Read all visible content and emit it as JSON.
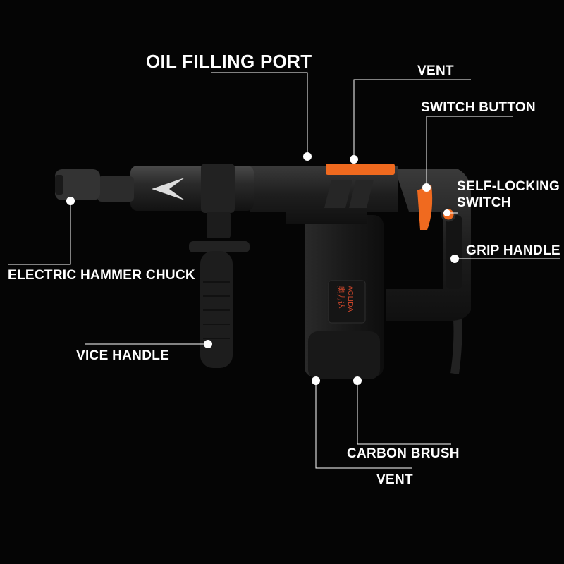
{
  "labels": {
    "oil_filling_port": "OIL FILLING PORT",
    "vent_top": "VENT",
    "switch_button": "SWITCH BUTTON",
    "self_locking_switch_line1": "SELF-LOCKING",
    "self_locking_switch_line2": "SWITCH",
    "grip_handle": "GRIP HANDLE",
    "electric_hammer_chuck": "ELECTRIC HAMMER CHUCK",
    "vice_handle": "VICE HANDLE",
    "carbon_brush": "CARBON BRUSH",
    "vent_bottom": "VENT"
  },
  "body_text": {
    "brand_cn": "奥力达",
    "brand_en": "AOLIDA"
  },
  "colors": {
    "background": "#050505",
    "accent_orange": "#f06a1f",
    "body_dark": "#1c1c1c",
    "leader_line": "#ffffff"
  }
}
